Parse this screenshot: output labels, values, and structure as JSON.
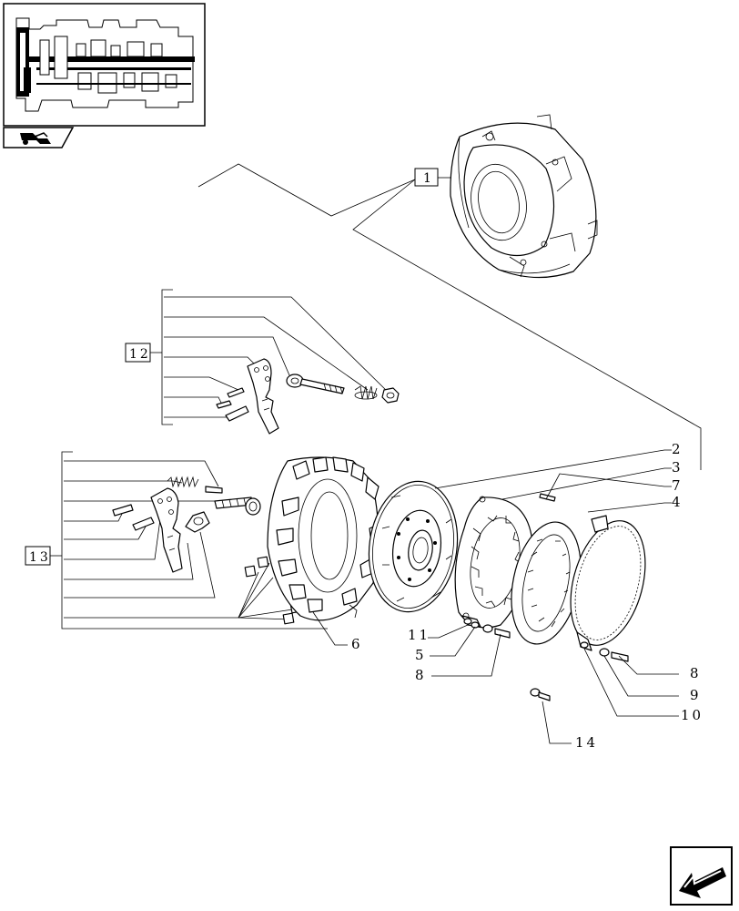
{
  "callouts": {
    "c1": "1",
    "c2": "2",
    "c3": "3",
    "c4": "4",
    "c5": "5",
    "c6": "6",
    "c7": "7",
    "c8a": "8",
    "c8b": "8",
    "c9": "9",
    "c10": "10",
    "c11": "11",
    "c12": "12",
    "c13": "13",
    "c14": "14"
  },
  "icons": {
    "thumbnail": "transmission-cutaway-thumbnail",
    "section_badge": "section-arrow-badge",
    "nav": "back-arrow-icon"
  }
}
